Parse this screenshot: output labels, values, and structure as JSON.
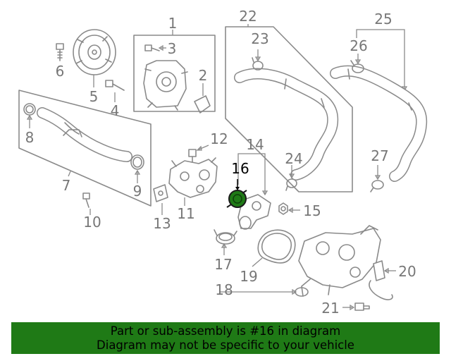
{
  "diagram": {
    "highlight_color": "#1f7a16",
    "callouts": {
      "c1": "1",
      "c2": "2",
      "c3": "3",
      "c4": "4",
      "c5": "5",
      "c6": "6",
      "c7": "7",
      "c8": "8",
      "c9": "9",
      "c10": "10",
      "c11": "11",
      "c12": "12",
      "c13": "13",
      "c14": "14",
      "c15": "15",
      "c16": "16",
      "c17": "17",
      "c18": "18",
      "c19": "19",
      "c20": "20",
      "c21": "21",
      "c22": "22",
      "c23": "23",
      "c24": "24",
      "c25": "25",
      "c26": "26",
      "c27": "27"
    }
  },
  "banner": {
    "line1": "Part or sub-assembly is #16 in diagram",
    "line2": "Diagram may not be specific to your vehicle",
    "color": "#1f7a16"
  }
}
